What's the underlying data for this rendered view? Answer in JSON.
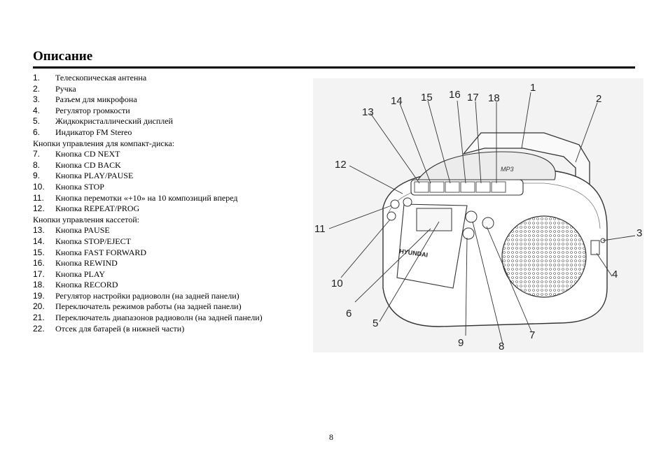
{
  "title": "Описание",
  "items": [
    {
      "num": "1.",
      "text": "Телескопическая антенна"
    },
    {
      "num": "2.",
      "text": "Ручка"
    },
    {
      "num": "3.",
      "text": "Разъем для микрофона"
    },
    {
      "num": "4.",
      "text": "Регулятор громкости"
    },
    {
      "num": "5.",
      "text": "Жидкокристаллический дисплей"
    },
    {
      "num": "6.",
      "text": "Индикатор FM Stereo"
    },
    {
      "num": "",
      "text": "Кнопки управления для компакт-диска:"
    },
    {
      "num": "7.",
      "text": "Кнопка CD NEXT"
    },
    {
      "num": "8.",
      "text": "Кнопка CD BACK"
    },
    {
      "num": "9.",
      "text": "Кнопка PLAY/PAUSE"
    },
    {
      "num": "10.",
      "text": "Кнопка STOP"
    },
    {
      "num": "11.",
      "text": "Кнопка перемотки «+10» на 10 композиций вперед"
    },
    {
      "num": "12.",
      "text": "Кнопка REPEAT/PROG"
    },
    {
      "num": "",
      "text": "Кнопки управления кассетой:"
    },
    {
      "num": "13.",
      "text": "Кнопка PAUSE"
    },
    {
      "num": "14.",
      "text": "Кнопка STOP/EJECT"
    },
    {
      "num": "15.",
      "text": "Кнопка FAST FORWARD"
    },
    {
      "num": "16.",
      "text": "Кнопка REWIND"
    },
    {
      "num": "17.",
      "text": "Кнопка PLAY"
    },
    {
      "num": "18.",
      "text": "Кнопка RECORD"
    },
    {
      "num": "19.",
      "text": "Регулятор настройки радиоволн (на задней панели)"
    },
    {
      "num": "20.",
      "text": "Переключатель режимов работы (на задней панели)"
    },
    {
      "num": "21.",
      "text": "Переключатель диапазонов радиоволн (на задней панели)"
    },
    {
      "num": "22.",
      "text": "Отсек для батарей (в нижней части)"
    }
  ],
  "figure": {
    "brand": "HYUNDAI",
    "lid_logo": "MP3",
    "callouts": [
      "1",
      "2",
      "3",
      "4",
      "5",
      "6",
      "7",
      "8",
      "9",
      "10",
      "11",
      "12",
      "13",
      "14",
      "15",
      "16",
      "17",
      "18"
    ]
  },
  "page_number": "8"
}
